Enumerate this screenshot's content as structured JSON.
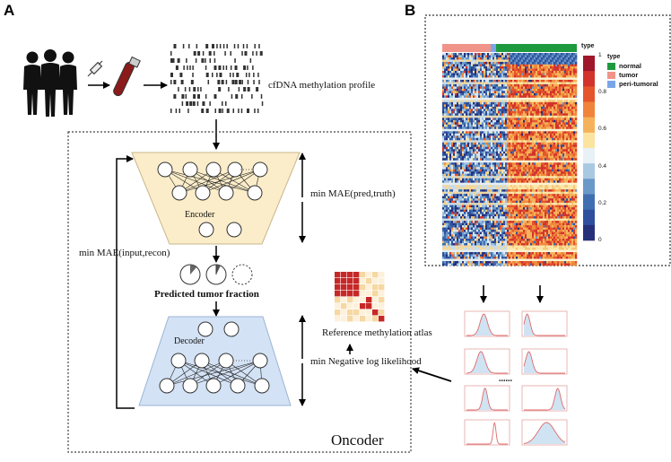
{
  "panels": {
    "a": "A",
    "b": "B"
  },
  "labels": {
    "cfdna_profile": "cfDNA methylation profile",
    "encoder": "Encoder",
    "decoder": "Decoder",
    "mae_pred_truth": "min MAE(pred,truth)",
    "mae_input_recon": "min MAE(input,recon)",
    "predicted_tumor_fraction": "Predicted tumor fraction",
    "reference_atlas": "Reference methylation atlas",
    "neg_log_likelihood": "min Negative log likelihood",
    "oncoder": "Oncoder",
    "ellipsis": "......"
  },
  "heatmap": {
    "annotation_label": "type",
    "colorbar_ticks": [
      "1",
      "0.8",
      "0.6",
      "0.4",
      "0.2",
      "0"
    ],
    "legend_title": "type",
    "legend_items": [
      {
        "label": "normal",
        "color": "#1e9a3e"
      },
      {
        "label": "tumor",
        "color": "#f0948a"
      },
      {
        "label": "peri-tumoral",
        "color": "#7aa6e8"
      }
    ]
  },
  "colors": {
    "encoder_fill": "#fbedc9",
    "decoder_fill": "#d3e2f5",
    "density_fill": "#cfe3f3",
    "density_curve": "#e06a6a",
    "atlas_red": "#c62828",
    "atlas_light": "#f6d8a2"
  }
}
